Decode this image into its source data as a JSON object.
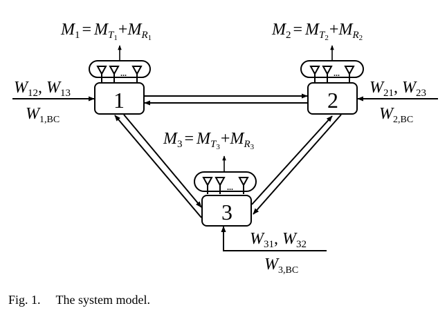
{
  "figure": {
    "caption": {
      "label": "Fig. 1.",
      "text": "The system model."
    },
    "nodes": [
      {
        "id": "1",
        "label": "1",
        "antenna_equation": {
          "lhs": "M",
          "lhs_sub": "1",
          "eq": "=",
          "t": "M",
          "t_sub": "T",
          "t_subsub": "1",
          "plus": "+",
          "r": "M",
          "r_sub": "R",
          "r_subsub": "1"
        },
        "antenna_ellipsis": "...",
        "messages": {
          "first": "W",
          "first_sub": "12",
          "sep": ",",
          "second": "W",
          "second_sub": "13",
          "bc": "W",
          "bc_sub": "1,BC"
        }
      },
      {
        "id": "2",
        "label": "2",
        "antenna_equation": {
          "lhs": "M",
          "lhs_sub": "2",
          "eq": "=",
          "t": "M",
          "t_sub": "T",
          "t_subsub": "2",
          "plus": "+",
          "r": "M",
          "r_sub": "R",
          "r_subsub": "2"
        },
        "antenna_ellipsis": "...",
        "messages": {
          "first": "W",
          "first_sub": "21",
          "sep": ",",
          "second": "W",
          "second_sub": "23",
          "bc": "W",
          "bc_sub": "2,BC"
        }
      },
      {
        "id": "3",
        "label": "3",
        "antenna_equation": {
          "lhs": "M",
          "lhs_sub": "3",
          "eq": "=",
          "t": "M",
          "t_sub": "T",
          "t_subsub": "3",
          "plus": "+",
          "r": "M",
          "r_sub": "R",
          "r_subsub": "3"
        },
        "antenna_ellipsis": "...",
        "messages": {
          "first": "W",
          "first_sub": "31",
          "sep": ",",
          "second": "W",
          "second_sub": "32",
          "bc": "W",
          "bc_sub": "3,BC"
        }
      }
    ],
    "links": [
      {
        "from": "1",
        "to": "2"
      },
      {
        "from": "2",
        "to": "1"
      },
      {
        "from": "1",
        "to": "3"
      },
      {
        "from": "3",
        "to": "1"
      },
      {
        "from": "2",
        "to": "3"
      },
      {
        "from": "3",
        "to": "2"
      }
    ]
  }
}
